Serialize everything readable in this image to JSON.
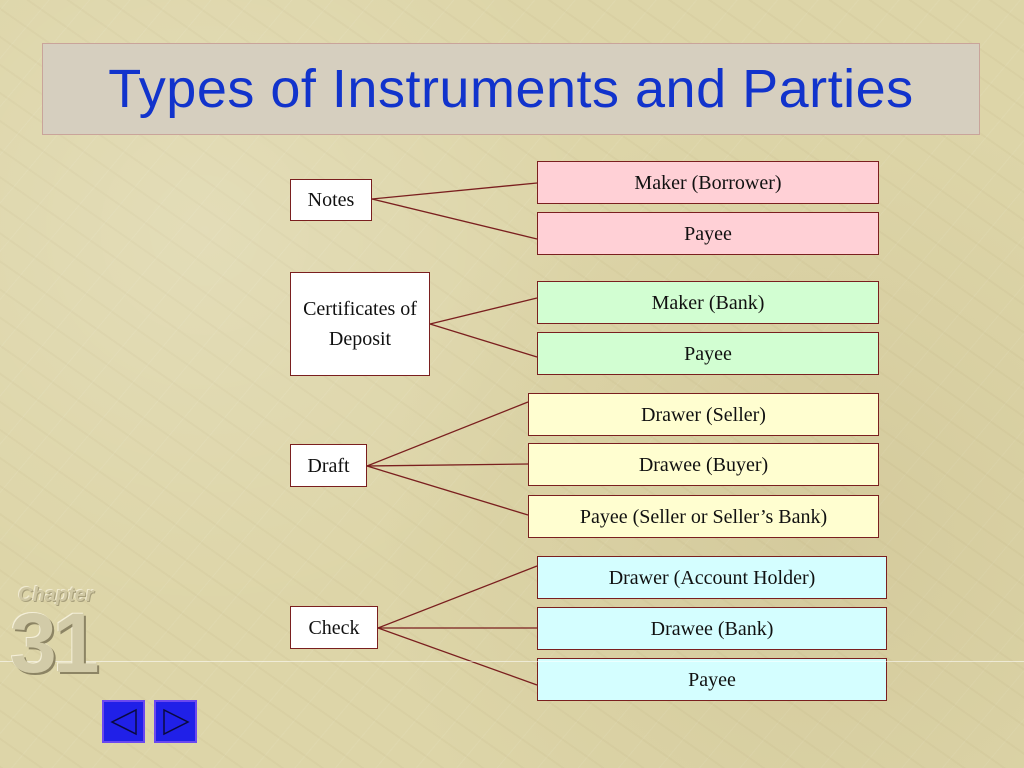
{
  "title": "Types of Instruments and Parties",
  "chapter": {
    "label": "Chapter",
    "number": "31"
  },
  "instruments": [
    {
      "name": "Notes",
      "parties": [
        "Maker (Borrower)",
        "Payee"
      ]
    },
    {
      "name": "Certificates of Deposit",
      "parties": [
        "Maker (Bank)",
        "Payee"
      ]
    },
    {
      "name": "Draft",
      "parties": [
        "Drawer (Seller)",
        "Drawee (Buyer)",
        "Payee (Seller or Seller’s Bank)"
      ]
    },
    {
      "name": "Check",
      "parties": [
        "Drawer (Account Holder)",
        "Drawee (Bank)",
        "Payee"
      ]
    }
  ],
  "colors": {
    "title": "#1133cc",
    "notes": "#ffd0d6",
    "cd": "#d2fed2",
    "draft": "#fffed0",
    "check": "#d4feff",
    "line": "#7a1f1f"
  },
  "nav": {
    "prev_icon": "triangle-left-icon",
    "next_icon": "triangle-right-icon"
  }
}
